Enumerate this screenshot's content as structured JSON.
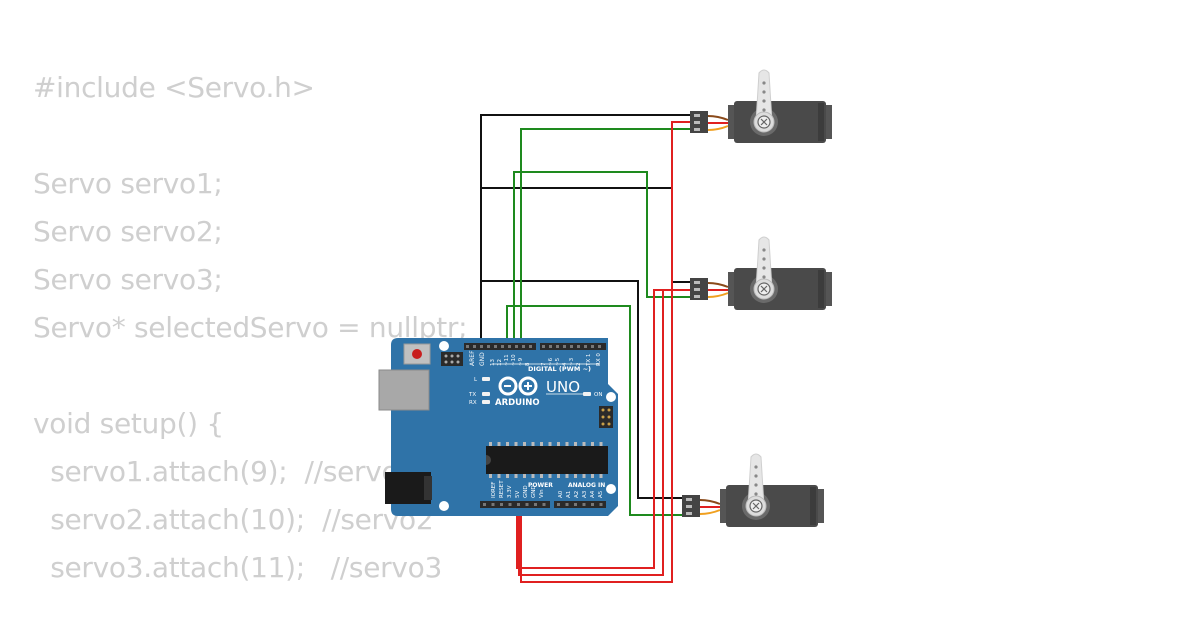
{
  "code": {
    "lines": [
      "#include <Servo.h>",
      "",
      "Servo servo1;",
      "Servo servo2;",
      "Servo servo3;",
      "Servo* selectedServo = nullptr;",
      "",
      "void setup() {",
      "  servo1.attach(9);  //servo1",
      "  servo2.attach(10);  //servo2",
      "  servo3.attach(11);   //servo3"
    ]
  },
  "board": {
    "brand": "ARDUINO",
    "model": "UNO",
    "digital_label": "DIGITAL (PWM ~)",
    "power_label": "POWER",
    "analog_label": "ANALOG IN",
    "aref": "AREF",
    "gnd": "GND",
    "header_pins": [
      "13",
      "12",
      "~11",
      "~10",
      "~9",
      "8",
      "7",
      "~6",
      "~5",
      "4",
      "~3",
      "2",
      "TX 1",
      "RX 0"
    ],
    "power_pins": [
      "IOREF",
      "RESET",
      "3.3V",
      "5V",
      "GND",
      "GND",
      "Vin"
    ],
    "analog_pins": [
      "A0",
      "A1",
      "A2",
      "A3",
      "A4",
      "A5"
    ],
    "led_l": "L",
    "led_tx": "TX",
    "led_rx": "RX",
    "led_on": "ON",
    "color": "#2f73a8"
  },
  "wire_colors": {
    "gnd": "#111111",
    "signal": "#1e8a1e",
    "power": "#e02020"
  }
}
